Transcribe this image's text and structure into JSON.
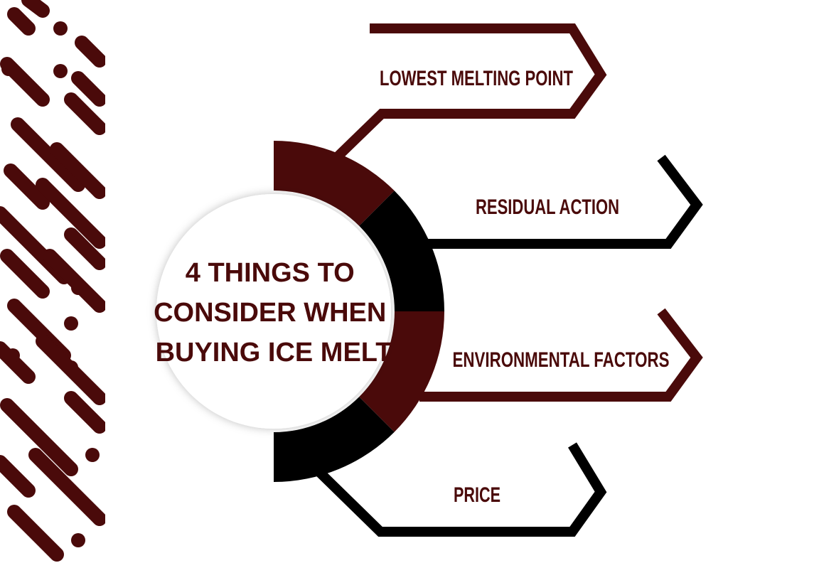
{
  "title_lines": [
    "4 THINGS TO",
    "CONSIDER WHEN",
    "BUYING ICE MELT"
  ],
  "items": [
    {
      "label": "LOWEST MELTING POINT",
      "color": "#4a0a0a"
    },
    {
      "label": "RESIDUAL ACTION",
      "color": "#000000"
    },
    {
      "label": "ENVIRONMENTAL FACTORS",
      "color": "#4a0a0a"
    },
    {
      "label": "PRICE",
      "color": "#000000"
    }
  ],
  "colors": {
    "maroon": "#4a0a0a",
    "black": "#000000",
    "circle_fill": "#ffffff"
  }
}
